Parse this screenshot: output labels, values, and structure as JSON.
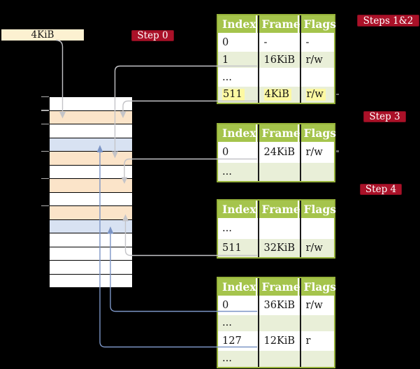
{
  "palette": {
    "badge_red": "#aa1128",
    "table_header_green": "#a5c44c",
    "table_border_green": "#96b23a",
    "row_shade_green": "#e9efd8",
    "highlight_yellow": "#fdf9a2",
    "frame_orange": "#fbe4c9",
    "frame_blue": "#d8e2f2",
    "label_cream": "#fcf1d1",
    "arrow_gray": "#c4c4c8",
    "arrow_blue": "#7c95c6"
  },
  "labels": {
    "page_size": "4KiB"
  },
  "badges": {
    "step0": "Step 0",
    "steps12": "Steps 1&2",
    "step3": "Step 3",
    "step4": "Step 4"
  },
  "memory": {
    "rows": [
      "white",
      "orange",
      "white",
      "blue",
      "orange",
      "white",
      "orange",
      "white",
      "orange",
      "blue",
      "white",
      "white",
      "white",
      "white"
    ]
  },
  "tables": [
    {
      "headers": [
        "Index",
        "Frame",
        "Flags"
      ],
      "rows": [
        [
          "0",
          "-",
          "-"
        ],
        [
          "1",
          "16KiB",
          "r/w"
        ],
        [
          "...",
          "",
          ""
        ],
        [
          "511",
          "4KiB",
          "r/w"
        ]
      ]
    },
    {
      "headers": [
        "Index",
        "Frame",
        "Flags"
      ],
      "rows": [
        [
          "0",
          "24KiB",
          "r/w"
        ],
        [
          "...",
          "",
          ""
        ]
      ]
    },
    {
      "headers": [
        "Index",
        "Frame",
        "Flags"
      ],
      "rows": [
        [
          "...",
          "",
          ""
        ],
        [
          "511",
          "32KiB",
          "r/w"
        ]
      ]
    },
    {
      "headers": [
        "Index",
        "Frame",
        "Flags"
      ],
      "rows": [
        [
          "0",
          "36KiB",
          "r/w"
        ],
        [
          "...",
          "",
          ""
        ],
        [
          "127",
          "12KiB",
          "r"
        ],
        [
          "...",
          "",
          ""
        ]
      ]
    }
  ],
  "connections": [
    {
      "from": "page-size-label",
      "to": "memory-row-2",
      "color": "gray"
    },
    {
      "from": "table-1-row-1 (16KiB)",
      "to": "memory-row-5",
      "color": "gray"
    },
    {
      "from": "table-1-row-511 (4KiB)",
      "to": "memory-row-2",
      "color": "gray"
    },
    {
      "from": "table-2-row-0 (24KiB)",
      "to": "memory-row-7",
      "color": "gray"
    },
    {
      "from": "table-3-row-511 (32KiB)",
      "to": "memory-row-9",
      "color": "gray"
    },
    {
      "from": "table-4-row-0 (36KiB)",
      "to": "memory-row-10",
      "color": "blue"
    },
    {
      "from": "table-4-row-127 (12KiB)",
      "to": "memory-row-4",
      "color": "blue"
    }
  ]
}
